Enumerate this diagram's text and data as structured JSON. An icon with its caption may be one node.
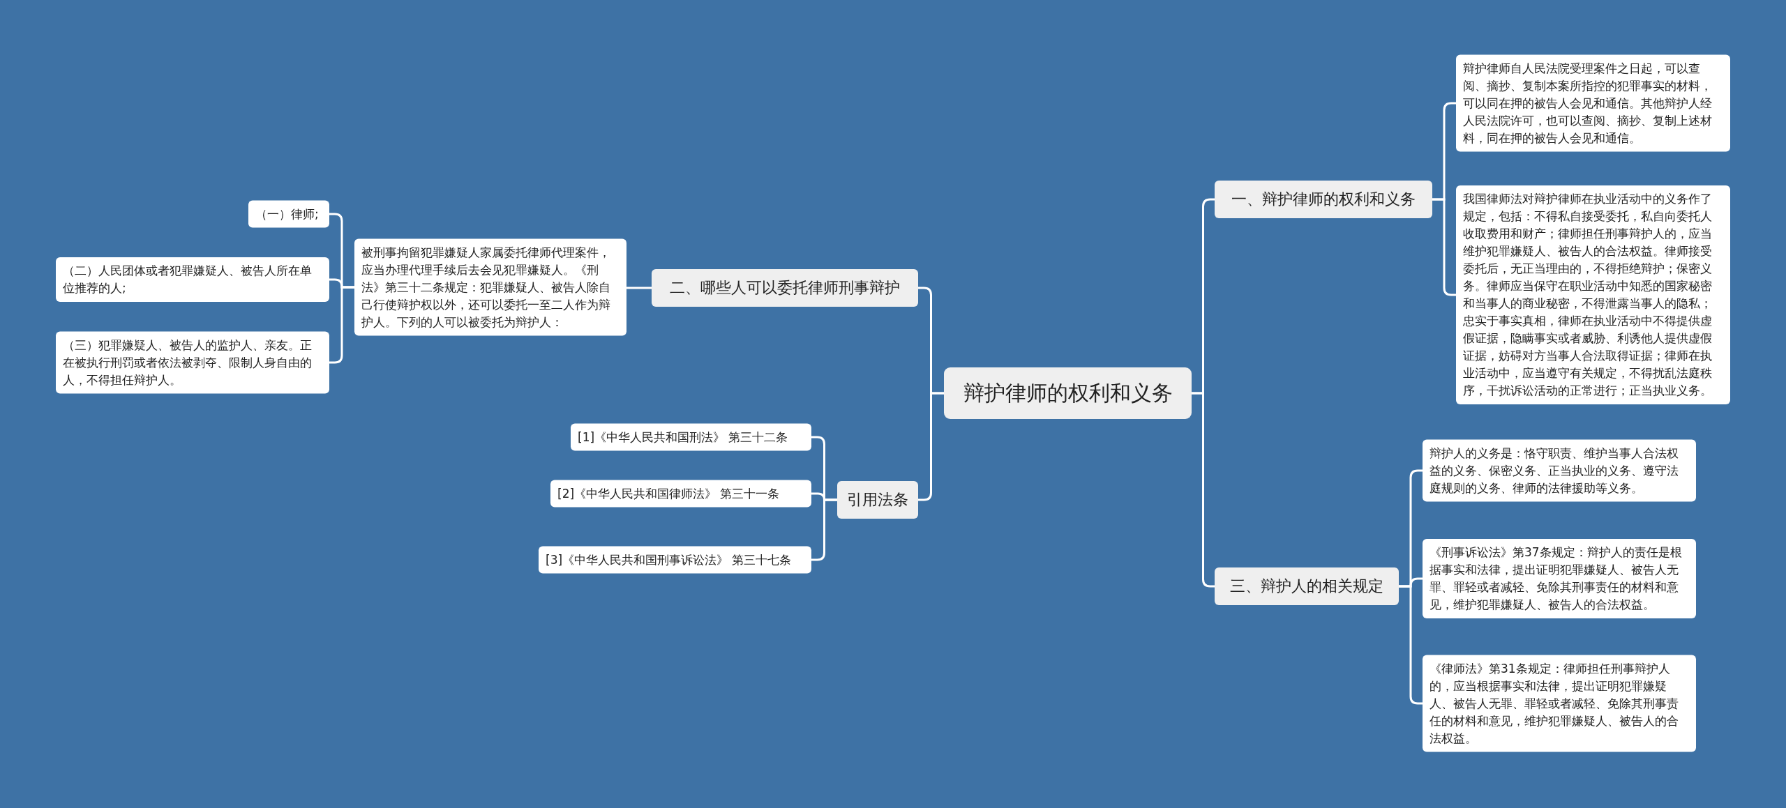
{
  "diagram": {
    "nodes": [
      {
        "text": [
          "辩护律师的权利和义务"
        ]
      },
      {
        "text": [
          "一、辩护律师的权利和义务"
        ]
      },
      {
        "text": [
          "辩护律师自人民法院受理案件之日起，可以查阅、摘抄、复制本案所指控的犯罪事实的材料，可以同在押的被告人会见和通信。其他辩护人经人民法院许可，也可以查阅、摘抄、复制上述材料，同在押的被告人会见和通信。"
        ]
      },
      {
        "text": [
          "我国律师法对辩护律师在执业活动中的义务作了规定，包括：不得私自接受委托，私自向委托人收取费用和财产；律师担任刑事辩护人的，应当维护犯罪嫌疑人、被告人的合法权益。律师接受委托后，无正当理由的，不得拒绝辩护；保密义务。律师应当保守在职业活动中知悉的国家秘密和当事人的商业秘密，不得泄露当事人的隐私；忠实于事实真相，律师在执业活动中不得提供虚假证据，隐瞒事实或者威胁、利诱他人提供虚假证据，妨碍对方当事人合法取得证据；律师在执业活动中，应当遵守有关规定，不得扰乱法庭秩序，干扰诉讼活动的正常进行；正当执业义务。"
        ]
      },
      {
        "text": [
          "三、辩护人的相关规定"
        ]
      },
      {
        "text": [
          "辩护人的义务是：恪守职责、维护当事人合法权益的义务、保密义务、正当执业的义务、遵守法庭规则的义务、律师的法律援助等义务。"
        ]
      },
      {
        "text": [
          "《刑事诉讼法》第37条规定：辩护人的责任是根据事实和法律，提出证明犯罪嫌疑人、被告人无罪、罪轻或者减轻、免除其刑事责任的材料和意见，维护犯罪嫌疑人、被告人的合法权益。"
        ]
      },
      {
        "text": [
          "《律师法》第31条规定：律师担任刑事辩护人的，应当根据事实和法律，提出证明犯罪嫌疑人、被告人无罪、罪轻或者减轻、免除其刑事责任的材料和意见，维护犯罪嫌疑人、被告人的合法权益。"
        ]
      },
      {
        "text": [
          "二、哪些人可以委托律师刑事辩护"
        ]
      },
      {
        "text": [
          "被刑事拘留犯罪嫌疑人家属委托律师代理案件，应当办理代理手续后去会见犯罪嫌疑人。《刑法》第三十二条规定：犯罪嫌疑人、被告人除自己行使辩护权以外，还可以委托一至二人作为辩护人。下列的人可以被委托为辩护人："
        ]
      },
      {
        "text": [
          "（一）律师;"
        ]
      },
      {
        "text": [
          "（二）人民团体或者犯罪嫌疑人、被告人所在单位推荐的人;"
        ]
      },
      {
        "text": [
          "（三）犯罪嫌疑人、被告人的监护人、亲友。正在被执行刑罚或者依法被剥夺、限制人身自由的人，不得担任辩护人。"
        ]
      },
      {
        "text": [
          "引用法条"
        ]
      },
      {
        "text": [
          "[1]《中华人民共和国刑法》 第三十二条"
        ]
      },
      {
        "text": [
          "[2]《中华人民共和国律师法》 第三十一条"
        ]
      },
      {
        "text": [
          "[3]《中华人民共和国刑事诉讼法》 第三十七条"
        ]
      }
    ],
    "edges": [
      {
        "from": 0,
        "to": 1,
        "arrow": "none"
      },
      {
        "from": 1,
        "to": 2,
        "arrow": "none"
      },
      {
        "from": 1,
        "to": 3,
        "arrow": "none"
      },
      {
        "from": 0,
        "to": 4,
        "arrow": "none"
      },
      {
        "from": 4,
        "to": 5,
        "arrow": "none"
      },
      {
        "from": 4,
        "to": 6,
        "arrow": "none"
      },
      {
        "from": 4,
        "to": 7,
        "arrow": "none"
      },
      {
        "from": 0,
        "to": 8,
        "arrow": "none"
      },
      {
        "from": 8,
        "to": 9,
        "arrow": "none"
      },
      {
        "from": 9,
        "to": 10,
        "arrow": "none"
      },
      {
        "from": 9,
        "to": 11,
        "arrow": "none"
      },
      {
        "from": 9,
        "to": 12,
        "arrow": "none"
      },
      {
        "from": 0,
        "to": 13,
        "arrow": "none"
      },
      {
        "from": 13,
        "to": 14,
        "arrow": "none"
      },
      {
        "from": 13,
        "to": 15,
        "arrow": "none"
      },
      {
        "from": 13,
        "to": 16,
        "arrow": "none"
      }
    ]
  }
}
